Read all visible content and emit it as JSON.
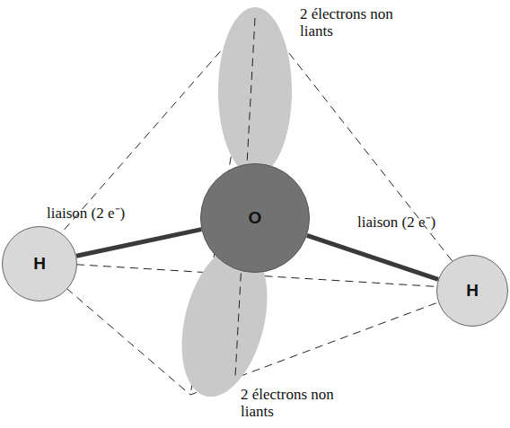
{
  "diagram": {
    "nodes": [
      {
        "text": [
          "O"
        ]
      },
      {
        "text": [
          "H"
        ]
      },
      {
        "text": [
          "H"
        ]
      }
    ],
    "edges": [
      {
        "from": 0,
        "to": 1,
        "arrow": "none",
        "label": "liaison (2 e⁻)"
      },
      {
        "from": 0,
        "to": 2,
        "arrow": "none",
        "label": "liaison (2 e⁻)"
      }
    ],
    "labels": [
      "2 électrons non liants",
      "2 électrons non liants"
    ]
  }
}
